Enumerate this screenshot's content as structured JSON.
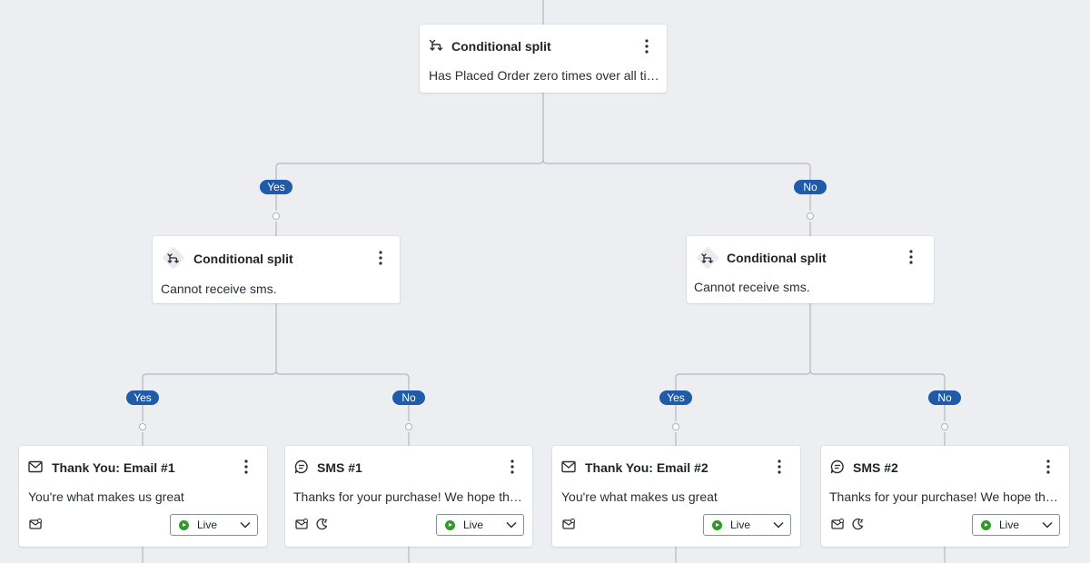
{
  "root_split": {
    "title": "Conditional split",
    "condition": "Has Placed Order zero times over all time."
  },
  "branch_labels": {
    "root_yes": "Yes",
    "root_no": "No",
    "left_yes": "Yes",
    "left_no": "No",
    "right_yes": "Yes",
    "right_no": "No"
  },
  "left_split": {
    "title": "Conditional split",
    "condition": "Cannot receive sms."
  },
  "right_split": {
    "title": "Conditional split",
    "condition": "Cannot receive sms."
  },
  "actions": [
    {
      "title": "Thank You: Email #1",
      "preview": "You're what makes us great",
      "status": "Live",
      "type_icon": "email-icon",
      "footer_icons": [
        "email-settings-icon"
      ]
    },
    {
      "title": "SMS #1",
      "preview": "Thanks for your purchase! We hope that ...",
      "status": "Live",
      "type_icon": "sms-icon",
      "footer_icons": [
        "sms-settings-icon",
        "quiet-hours-icon"
      ]
    },
    {
      "title": "Thank You: Email #2",
      "preview": "You're what makes us great",
      "status": "Live",
      "type_icon": "email-icon",
      "footer_icons": [
        "email-settings-icon"
      ]
    },
    {
      "title": "SMS #2",
      "preview": "Thanks for your purchase! We hope that ...",
      "status": "Live",
      "type_icon": "sms-icon",
      "footer_icons": [
        "sms-settings-icon",
        "quiet-hours-icon"
      ]
    }
  ],
  "colors": {
    "canvas": "#eceef1",
    "connector": "#b3b8bf",
    "branch_pill": "#1f5ba8",
    "live_status": "#2f9a27"
  }
}
